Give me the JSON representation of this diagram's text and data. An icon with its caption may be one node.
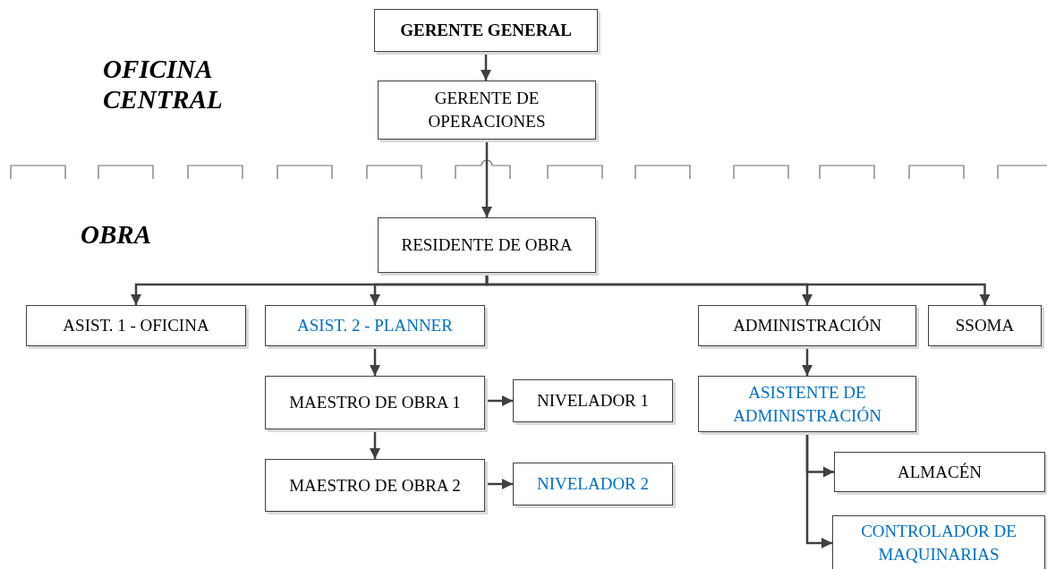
{
  "diagram": {
    "nodes": [
      {
        "text": [
          "GERENTE GENERAL"
        ]
      },
      {
        "text": [
          "GERENTE DE OPERACIONES"
        ]
      },
      {
        "text": [
          "RESIDENTE DE OBRA"
        ]
      },
      {
        "text": [
          "ASIST. 1 - OFICINA"
        ]
      },
      {
        "text": [
          "ASIST. 2 - PLANNER"
        ]
      },
      {
        "text": [
          "ADMINISTRACIÓN"
        ]
      },
      {
        "text": [
          "SSOMA"
        ]
      },
      {
        "text": [
          "MAESTRO DE OBRA 1"
        ]
      },
      {
        "text": [
          "NIVELADOR 1"
        ]
      },
      {
        "text": [
          "ASISTENTE DE ADMINISTRACIÓN"
        ]
      },
      {
        "text": [
          "MAESTRO DE OBRA 2"
        ]
      },
      {
        "text": [
          "NIVELADOR 2"
        ]
      },
      {
        "text": [
          "ALMACÉN"
        ]
      },
      {
        "text": [
          "CONTROLADOR DE MAQUINARIAS"
        ]
      }
    ],
    "edges": [
      {
        "from": 0,
        "to": 1,
        "arrow": "to"
      },
      {
        "from": 1,
        "to": 2,
        "arrow": "to"
      },
      {
        "from": 2,
        "to": 3,
        "arrow": "to"
      },
      {
        "from": 2,
        "to": 4,
        "arrow": "to"
      },
      {
        "from": 2,
        "to": 5,
        "arrow": "to"
      },
      {
        "from": 2,
        "to": 6,
        "arrow": "to"
      },
      {
        "from": 4,
        "to": 7,
        "arrow": "to"
      },
      {
        "from": 7,
        "to": 8,
        "arrow": "to"
      },
      {
        "from": 7,
        "to": 10,
        "arrow": "to"
      },
      {
        "from": 10,
        "to": 11,
        "arrow": "to"
      },
      {
        "from": 5,
        "to": 9,
        "arrow": "to"
      },
      {
        "from": 9,
        "to": 12,
        "arrow": "to"
      },
      {
        "from": 9,
        "to": 13,
        "arrow": "to"
      }
    ],
    "labels": [
      "OFICINA CENTRAL",
      "OBRA"
    ]
  }
}
